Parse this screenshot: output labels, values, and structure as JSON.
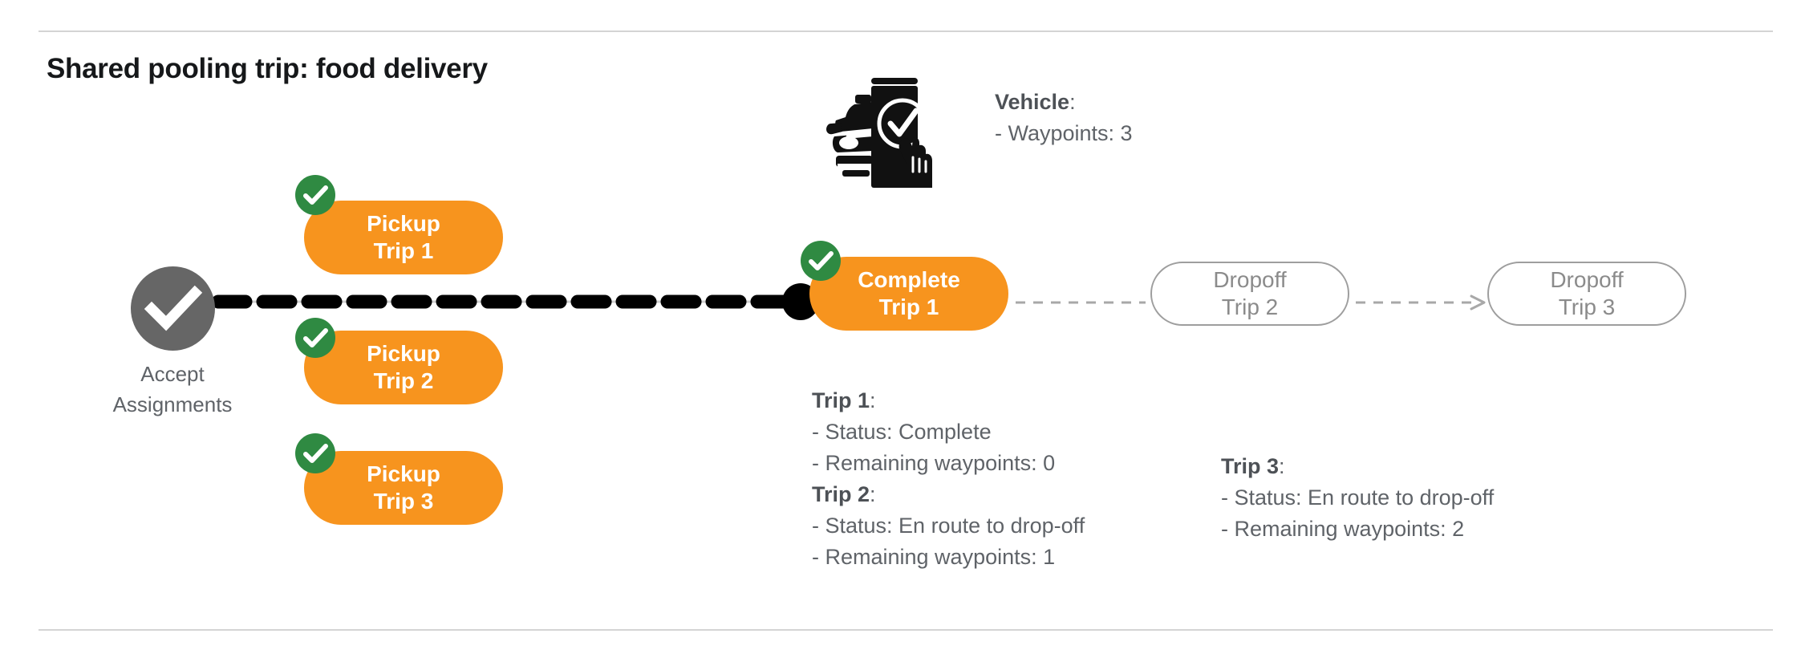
{
  "page": {
    "title": "Shared pooling trip: food delivery",
    "colors": {
      "accent_orange": "#f7941e",
      "check_green": "#2f8a42",
      "node_gray": "#666666",
      "text_gray": "#5f6368",
      "outline_gray": "#9e9e9e",
      "divider_gray": "#d4d4d4",
      "route_black": "#000000"
    }
  },
  "start_node": {
    "icon": "check-circle-icon",
    "label_line1": "Accept",
    "label_line2": "Assignments"
  },
  "vehicle": {
    "icon": "vehicle-phone-check-icon",
    "heading": "Vehicle",
    "heading_suffix": ":",
    "lines": [
      "- Waypoints: 3"
    ]
  },
  "pickups": [
    {
      "line1": "Pickup",
      "line2": "Trip 1",
      "status_icon": "check-badge-icon",
      "state": "done"
    },
    {
      "line1": "Pickup",
      "line2": "Trip 2",
      "status_icon": "check-badge-icon",
      "state": "done"
    },
    {
      "line1": "Pickup",
      "line2": "Trip 3",
      "status_icon": "check-badge-icon",
      "state": "done"
    }
  ],
  "complete": {
    "line1": "Complete",
    "line2": "Trip 1",
    "status_icon": "check-badge-icon",
    "state": "done"
  },
  "dropoffs": [
    {
      "line1": "Dropoff",
      "line2": "Trip 2",
      "state": "pending"
    },
    {
      "line1": "Dropoff",
      "line2": "Trip 3",
      "state": "pending"
    }
  ],
  "trip_details": {
    "group_left": [
      {
        "heading": "Trip 1",
        "heading_suffix": ":",
        "lines": [
          "- Status:  Complete",
          "- Remaining waypoints: 0"
        ]
      },
      {
        "heading": "Trip 2",
        "heading_suffix": ":",
        "lines": [
          "- Status:  En route to drop-off",
          "- Remaining waypoints: 1"
        ]
      }
    ],
    "group_right": [
      {
        "heading": "Trip 3",
        "heading_suffix": ":",
        "lines": [
          "- Status:  En route to drop-off",
          "- Remaining waypoints: 2"
        ]
      }
    ]
  }
}
